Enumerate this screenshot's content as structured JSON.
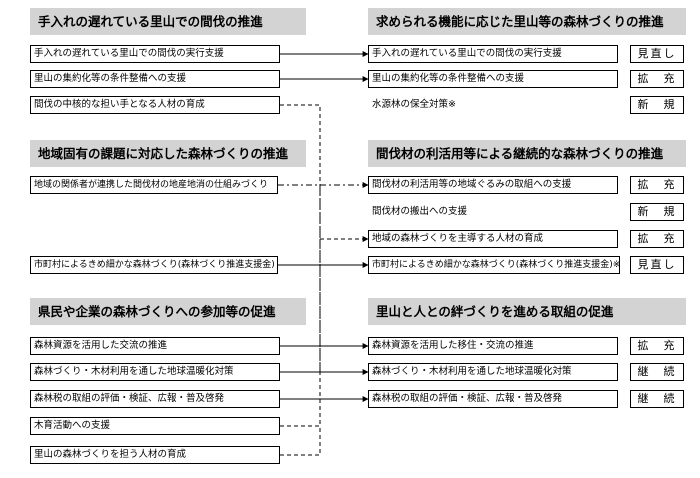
{
  "left": [
    {
      "title": "手入れの遅れている里山での間伐の推進",
      "items": [
        "手入れの遅れている里山での間伐の実行支援",
        "里山の集約化等の条件整備への支援",
        "間伐の中核的な担い手となる人材の育成"
      ]
    },
    {
      "title": "地域固有の課題に対応した森林づくりの推進",
      "items": [
        "地域の関係者が連携した間伐材の地産地消の仕組みづくり",
        "市町村によるきめ細かな森林づくり(森林づくり推進支援金)"
      ]
    },
    {
      "title": "県民や企業の森林づくりへの参加等の促進",
      "items": [
        "森林資源を活用した交流の推進",
        "森林づくり・木材利用を通した地球温暖化対策",
        "森林税の取組の評価・検証、広報・普及啓発",
        "木育活動への支援",
        "里山の森林づくりを担う人材の育成"
      ]
    }
  ],
  "right": [
    {
      "title": "求められる機能に応じた里山等の森林づくりの推進",
      "items": [
        {
          "text": "手入れの遅れている里山での間伐の実行支援",
          "status": "見直し"
        },
        {
          "text": "里山の集約化等の条件整備への支援",
          "status": "拡　充"
        },
        {
          "text": "水源林の保全対策※",
          "status": "新　規"
        }
      ]
    },
    {
      "title": "間伐材の利活用等による継続的な森林づくりの推進",
      "items": [
        {
          "text": "間伐材の利活用等の地域ぐるみの取組への支援",
          "status": "拡　充"
        },
        {
          "text": "間伐材の搬出への支援",
          "status": "新　規"
        },
        {
          "text": "地域の森林づくりを主導する人材の育成",
          "status": "拡　充"
        },
        {
          "text": "市町村によるきめ細かな森林づくり(森林づくり推進支援金)※",
          "status": "見直し"
        }
      ]
    },
    {
      "title": "里山と人との絆づくりを進める取組の促進",
      "items": [
        {
          "text": "森林資源を活用した移住・交流の推進",
          "status": "拡　充"
        },
        {
          "text": "森林づくり・木材利用を通した地球温暖化対策",
          "status": "継　続"
        },
        {
          "text": "森林税の取組の評価・検証、広報・普及啓発",
          "status": "継　続"
        }
      ]
    }
  ]
}
